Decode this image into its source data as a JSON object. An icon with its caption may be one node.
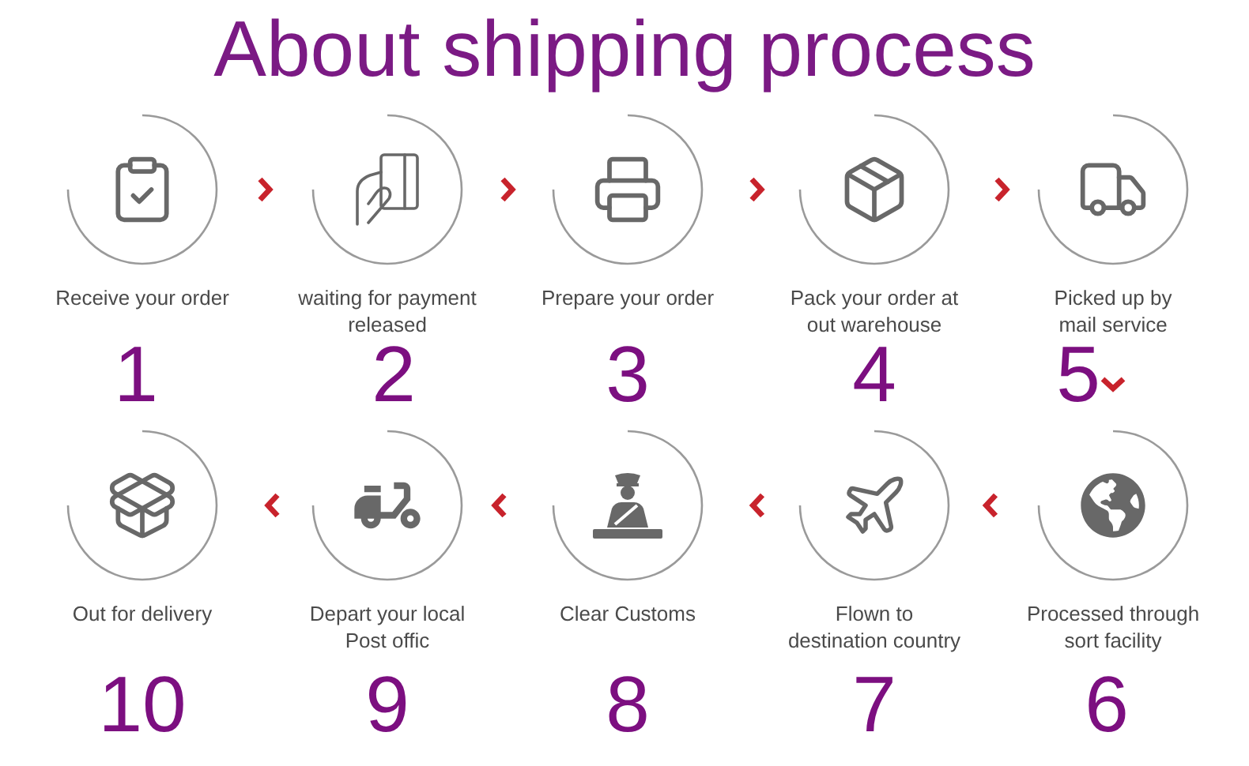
{
  "diagram": {
    "title": "About shipping process",
    "nodes": [
      {
        "text": [
          "Receive your order"
        ],
        "beside": [
          "1"
        ]
      },
      {
        "text": [
          "waiting for payment released"
        ],
        "beside": [
          "2"
        ]
      },
      {
        "text": [
          "Prepare your order"
        ],
        "beside": [
          "3"
        ]
      },
      {
        "text": [
          "Pack your order at out warehouse"
        ],
        "beside": [
          "4"
        ]
      },
      {
        "text": [
          "Picked up by mail service"
        ],
        "beside": [
          "5"
        ]
      },
      {
        "text": [
          "Processed through sort facility"
        ],
        "beside": [
          "6"
        ]
      },
      {
        "text": [
          "Flown to destination country"
        ],
        "beside": [
          "7"
        ]
      },
      {
        "text": [
          "Clear Customs"
        ],
        "beside": [
          "8"
        ]
      },
      {
        "text": [
          "Depart your local Post offic"
        ],
        "beside": [
          "9"
        ]
      },
      {
        "text": [
          "Out for delivery"
        ],
        "beside": [
          "10"
        ]
      }
    ],
    "edges": [
      {
        "from": 0,
        "to": 1,
        "arrow": "to"
      },
      {
        "from": 1,
        "to": 2,
        "arrow": "to"
      },
      {
        "from": 2,
        "to": 3,
        "arrow": "to"
      },
      {
        "from": 3,
        "to": 4,
        "arrow": "to"
      },
      {
        "from": 4,
        "to": 5,
        "arrow": "to"
      },
      {
        "from": 5,
        "to": 6,
        "arrow": "to"
      },
      {
        "from": 6,
        "to": 7,
        "arrow": "to"
      },
      {
        "from": 7,
        "to": 8,
        "arrow": "to"
      },
      {
        "from": 8,
        "to": 9,
        "arrow": "to"
      }
    ]
  }
}
